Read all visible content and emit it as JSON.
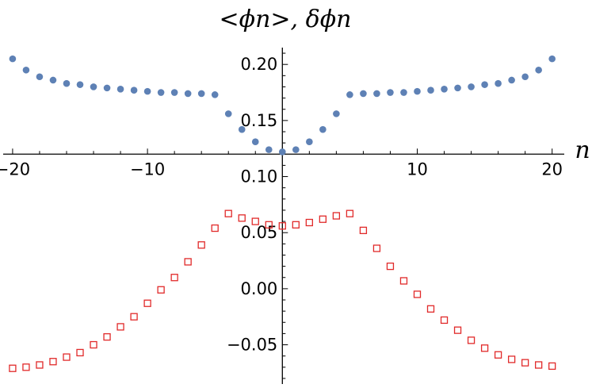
{
  "chart_data": {
    "type": "scatter",
    "title": "<ϕn>, δϕn",
    "xlabel": "n",
    "ylabel": "",
    "xlim": [
      -20.7,
      20.9
    ],
    "ylim": [
      -0.085,
      0.215
    ],
    "x_axis_crossing_y": 0.12,
    "y_axis_crossing_x": 0,
    "x_ticks": [
      -20,
      -10,
      10,
      20
    ],
    "x_tick_labels": [
      "−20",
      "−10",
      "10",
      "20"
    ],
    "y_ticks": [
      0.2,
      0.15,
      0.1,
      0.05,
      0.0,
      -0.05
    ],
    "y_tick_labels": [
      "0.20",
      "0.15",
      "0.10",
      "0.05",
      "0.00",
      "−0.05"
    ],
    "grid": false,
    "colors": {
      "mean": "#5e81b5",
      "fluct": "#e12a2a"
    },
    "series": [
      {
        "marker": "filled-circle",
        "x": [
          -20,
          -19,
          -18,
          -17,
          -16,
          -15,
          -14,
          -13,
          -12,
          -11,
          -10,
          -9,
          -8,
          -7,
          -6,
          -5,
          -4,
          -3,
          -2,
          -1,
          0,
          1,
          2,
          3,
          4,
          5,
          6,
          7,
          8,
          9,
          10,
          11,
          12,
          13,
          14,
          15,
          16,
          17,
          18,
          19,
          20
        ],
        "values": [
          0.205,
          0.195,
          0.189,
          0.186,
          0.183,
          0.182,
          0.18,
          0.179,
          0.178,
          0.177,
          0.176,
          0.175,
          0.175,
          0.174,
          0.174,
          0.173,
          0.156,
          0.142,
          0.131,
          0.124,
          0.122,
          0.124,
          0.131,
          0.142,
          0.156,
          0.173,
          0.174,
          0.174,
          0.175,
          0.175,
          0.176,
          0.177,
          0.178,
          0.179,
          0.18,
          0.182,
          0.183,
          0.186,
          0.189,
          0.195,
          0.205
        ]
      },
      {
        "marker": "open-square",
        "x": [
          -20,
          -19,
          -18,
          -17,
          -16,
          -15,
          -14,
          -13,
          -12,
          -11,
          -10,
          -9,
          -8,
          -7,
          -6,
          -5,
          -4,
          -3,
          -2,
          -1,
          0,
          1,
          2,
          3,
          4,
          5,
          6,
          7,
          8,
          9,
          10,
          11,
          12,
          13,
          14,
          15,
          16,
          17,
          18,
          19,
          20
        ],
        "values": [
          -0.071,
          -0.07,
          -0.068,
          -0.065,
          -0.061,
          -0.057,
          -0.05,
          -0.043,
          -0.034,
          -0.025,
          -0.013,
          -0.001,
          0.01,
          0.024,
          0.039,
          0.054,
          0.067,
          0.063,
          0.06,
          0.057,
          0.056,
          0.057,
          0.059,
          0.062,
          0.065,
          0.067,
          0.052,
          0.036,
          0.02,
          0.007,
          -0.005,
          -0.018,
          -0.028,
          -0.037,
          -0.046,
          -0.053,
          -0.059,
          -0.063,
          -0.066,
          -0.068,
          -0.069
        ]
      }
    ]
  }
}
